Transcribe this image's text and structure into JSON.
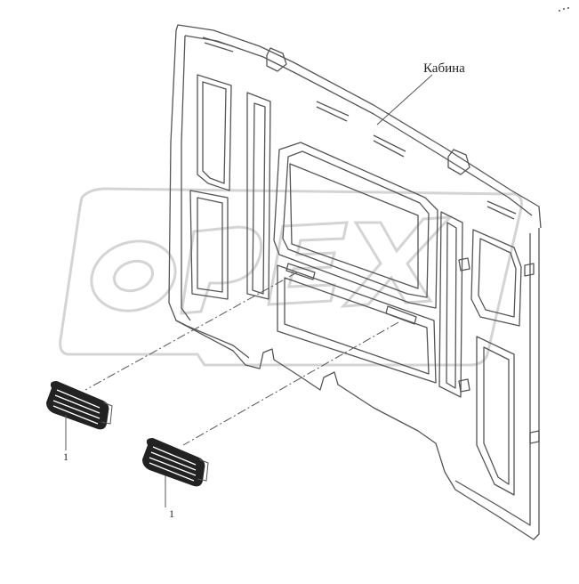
{
  "labels": {
    "assembly": "Кабина",
    "part_left": "1",
    "part_right": "1",
    "watermark": "OPEX"
  },
  "colors": {
    "line": "#555555",
    "light_line": "#9a9a9a",
    "watermark": "#d4d4d4",
    "grille": "#222222"
  }
}
